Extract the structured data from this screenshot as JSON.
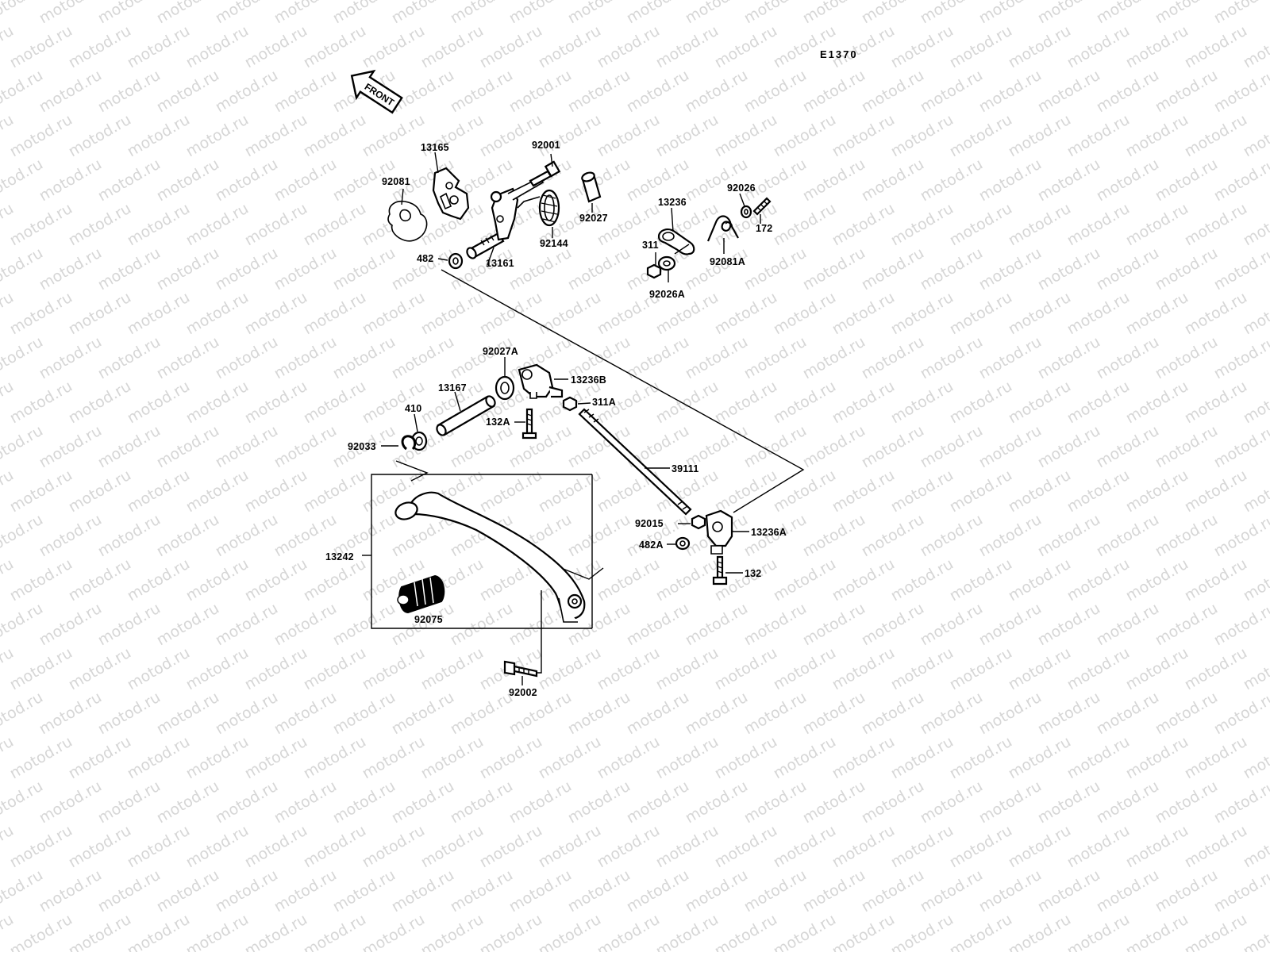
{
  "diagram": {
    "code": "E1370",
    "front_label": "FRONT",
    "watermark": "motod.ru",
    "colors": {
      "ink": "#000000",
      "background": "#ffffff",
      "watermark": "#d6d6d6"
    },
    "part_numbers": {
      "p13165": "13165",
      "p92001": "92001",
      "p92081": "92081",
      "p92027": "92027",
      "p92144": "92144",
      "p13161": "13161",
      "p482": "482",
      "p13236": "13236",
      "p92026": "92026",
      "p172": "172",
      "p311": "311",
      "p92081A": "92081A",
      "p92026A": "92026A",
      "p92027A": "92027A",
      "p13236B": "13236B",
      "p13167": "13167",
      "p311A": "311A",
      "p132A": "132A",
      "p410": "410",
      "p92033": "92033",
      "p39111": "39111",
      "p13242": "13242",
      "p92015": "92015",
      "p13236A": "13236A",
      "p482A": "482A",
      "p132": "132",
      "p92075": "92075",
      "p92002": "92002"
    }
  }
}
